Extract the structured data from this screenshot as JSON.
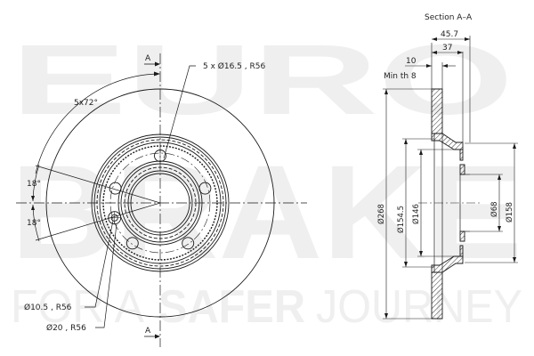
{
  "watermark": {
    "line1": "EURO",
    "line2": "BRAKE",
    "tagline_a": "FOR A",
    "tagline_b": "SAFER",
    "tagline_c": "JOURNEY",
    "color": "#efefef"
  },
  "front_view": {
    "section_marker_top": "A",
    "section_marker_bottom": "A",
    "bolt_holes_callout": "5 x Ø16.5 , R56",
    "angular_spacing": "5x72°",
    "angle_upper": "18°",
    "angle_lower": "18°",
    "small_hole_callout": "Ø10.5 , R56",
    "large_hole_callout": "Ø20 , R56"
  },
  "section_view": {
    "title": "Section A–A",
    "dim_overall_height": "45.7",
    "dim_hat_depth": "37",
    "dim_thickness": "10",
    "min_thickness": "Min th 8",
    "dia_outer": "Ø268",
    "dia_hat_outer": "Ø154.5",
    "dia_hat_inner": "Ø146",
    "dia_center_bore": "Ø68",
    "dia_hat_top": "Ø158"
  },
  "colors": {
    "line": "#1a1a1a",
    "hatch": "#333333",
    "background": "#ffffff"
  }
}
